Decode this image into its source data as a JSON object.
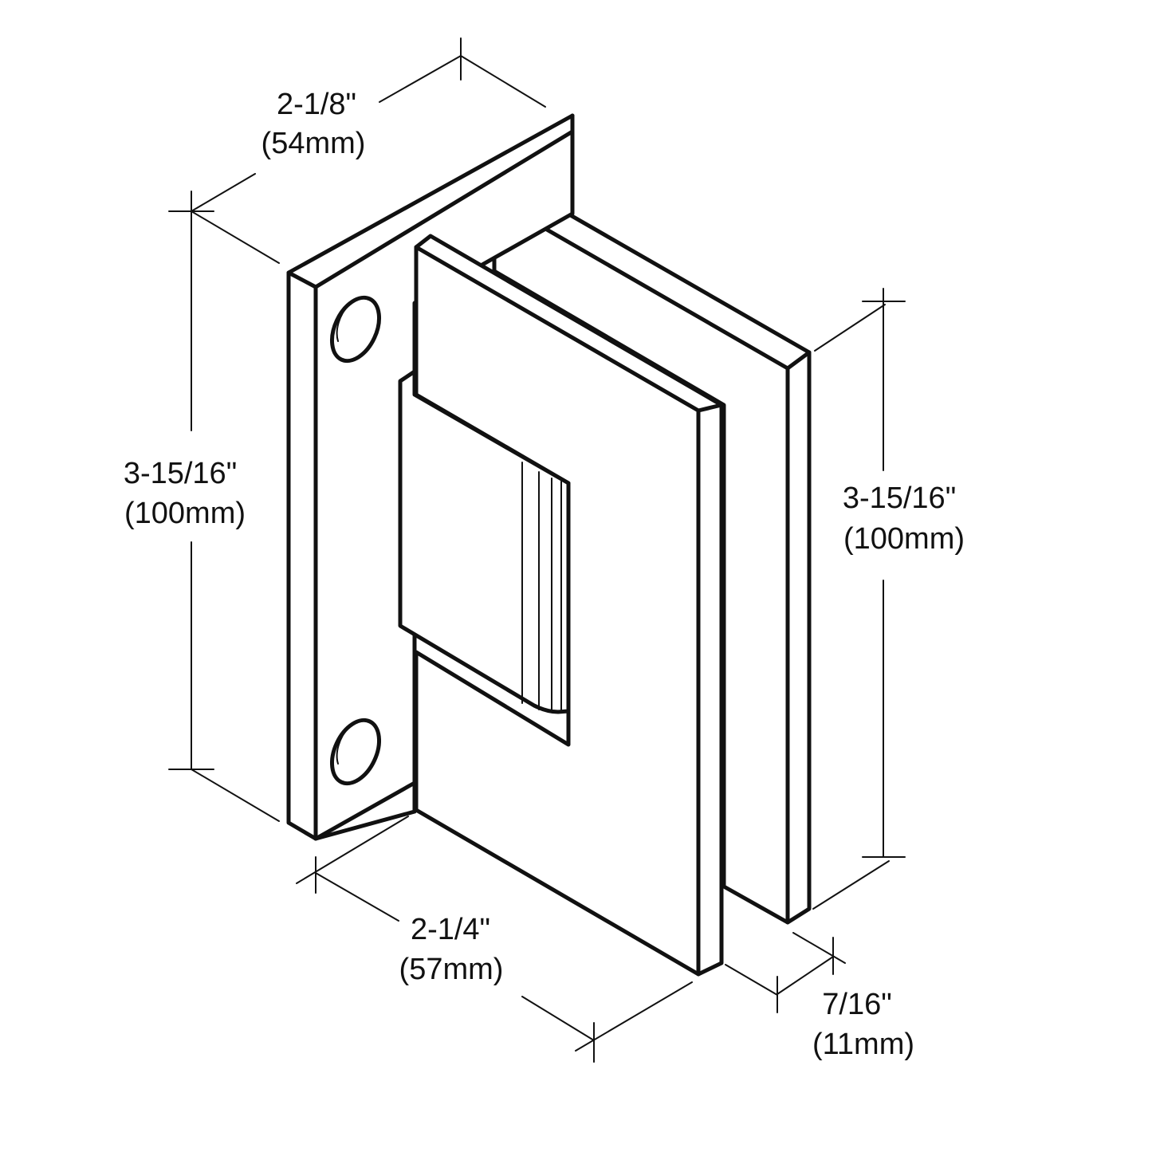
{
  "diagram": {
    "subject": "Wall-mount glass door hinge",
    "colors": {
      "line": "#111111",
      "background": "#ffffff"
    },
    "dimensions": {
      "top_width": {
        "imperial": "2-1/8\"",
        "metric": "(54mm)"
      },
      "left_height": {
        "imperial": "3-15/16\"",
        "metric": "(100mm)"
      },
      "right_height": {
        "imperial": "3-15/16\"",
        "metric": "(100mm)"
      },
      "bottom_width": {
        "imperial": "2-1/4\"",
        "metric": "(57mm)"
      },
      "glass_thickness": {
        "imperial": "7/16\"",
        "metric": "(11mm)"
      }
    }
  }
}
